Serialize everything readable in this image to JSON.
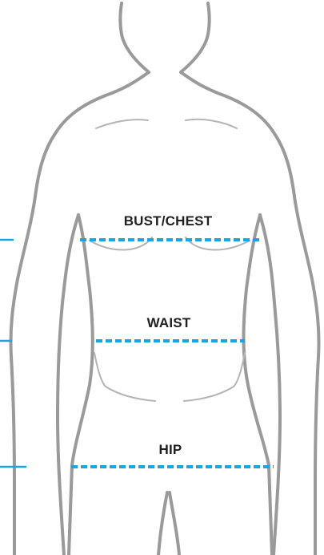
{
  "colors": {
    "outline": "#9a9a9a",
    "detail": "#b4b4b4",
    "measure": "#1aa4e0",
    "text": "#1f1f1f",
    "background": "#ffffff"
  },
  "measurements": [
    {
      "id": "bust",
      "label": "BUST/CHEST"
    },
    {
      "id": "waist",
      "label": "WAIST"
    },
    {
      "id": "hip",
      "label": "HIP"
    }
  ]
}
